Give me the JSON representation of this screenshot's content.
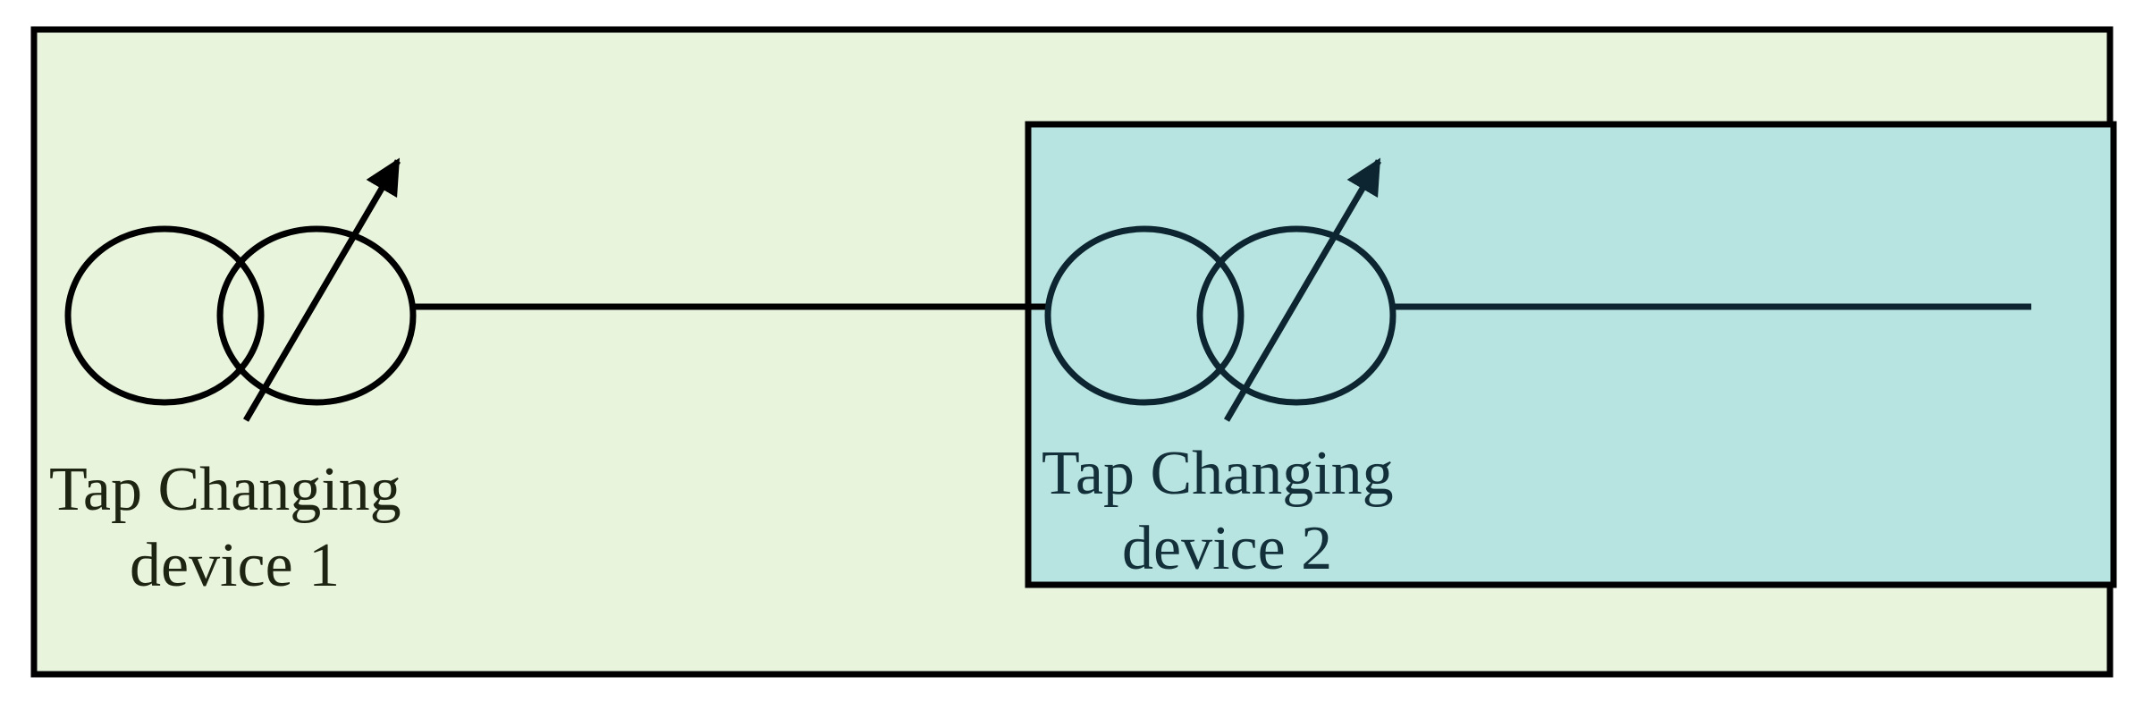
{
  "colors": {
    "outer_fill": "#e9f4dc",
    "inner_fill": "#b7e4e0",
    "outline": "#000000",
    "label1_text": "#1e2412",
    "label2_text": "#13303a",
    "symbol2_stroke": "#0c2530"
  },
  "devices": [
    {
      "label_line1": "Tap Changing",
      "label_line2": "device 1",
      "symbol": "tap-changing-transformer-icon"
    },
    {
      "label_line1": "Tap Changing",
      "label_line2": "device 2",
      "symbol": "tap-changing-transformer-icon"
    }
  ]
}
